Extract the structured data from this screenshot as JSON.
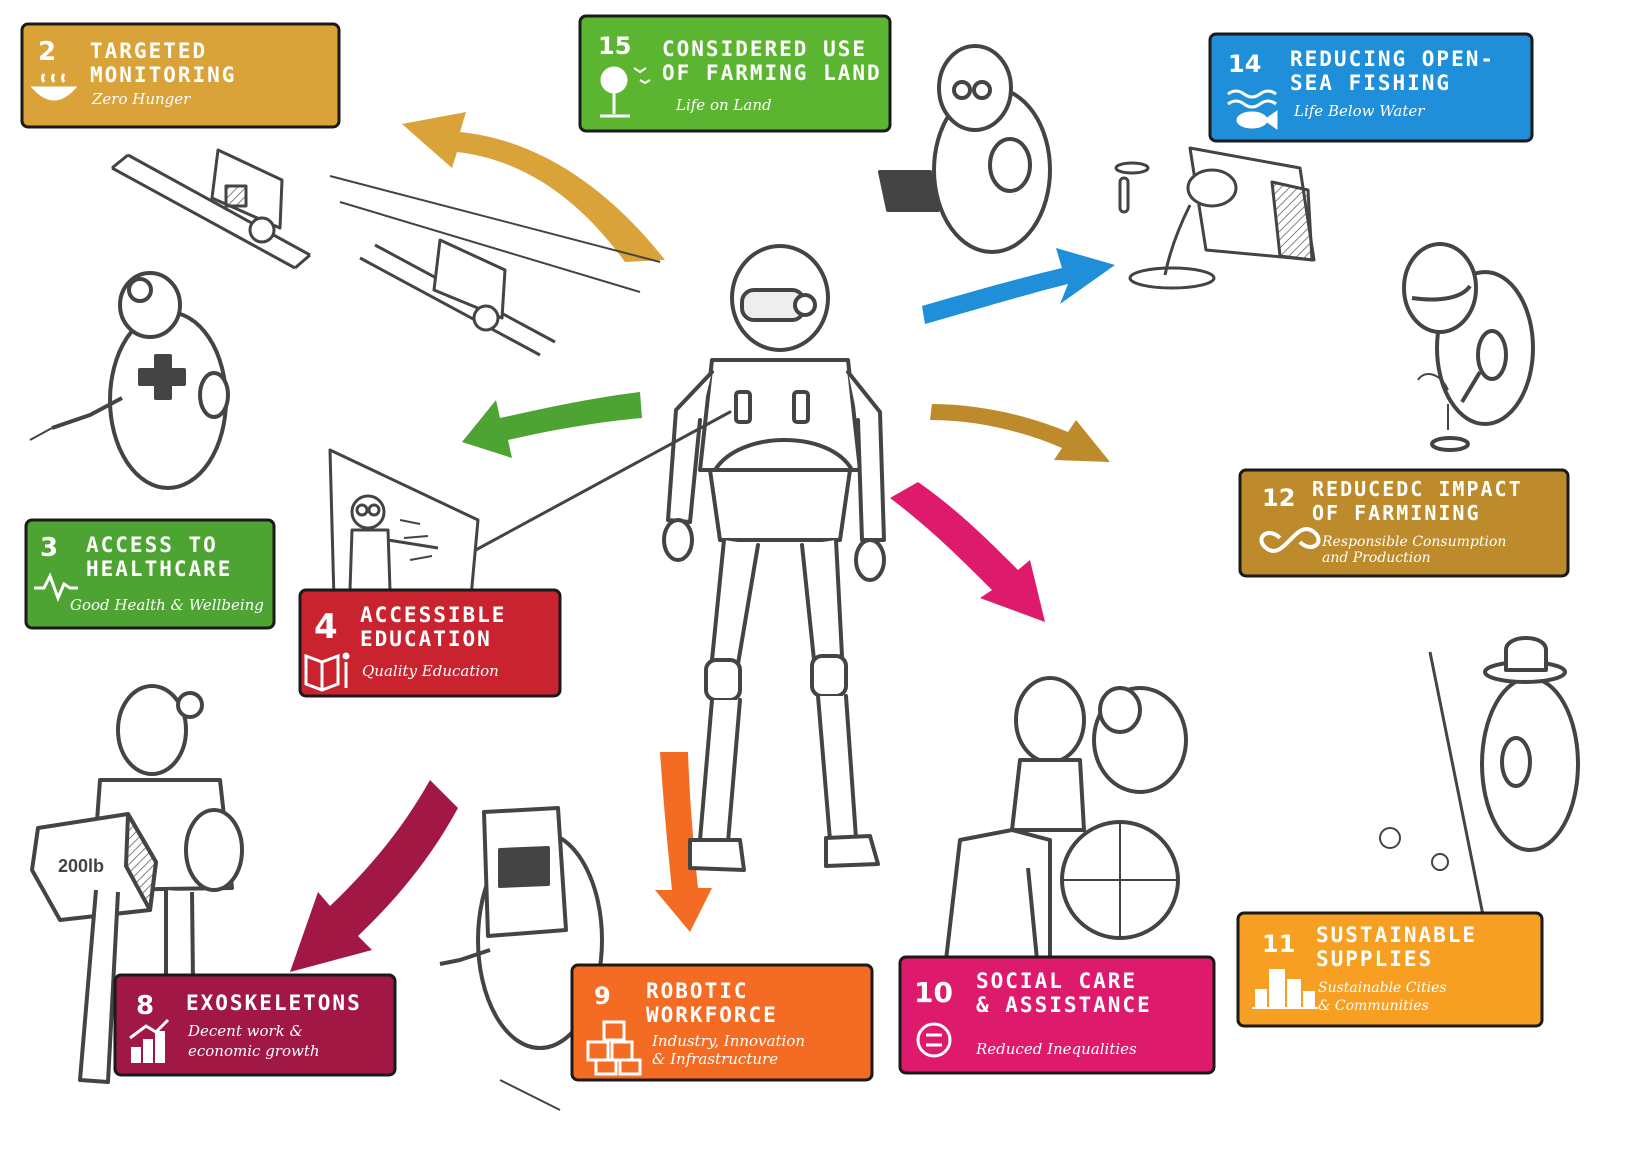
{
  "robot": {
    "name": "central-robot"
  },
  "cards": {
    "c2": {
      "number": "2",
      "title": "TARGETED MONITORING",
      "subtitle": "Zero Hunger",
      "color": "#d9a33a",
      "icon": "soup-bowl-icon"
    },
    "c15": {
      "number": "15",
      "title": "CONSIDERED USE OF FARMING LAND",
      "subtitle": "Life on Land",
      "color": "#5bb531",
      "icon": "tree-bird-icon"
    },
    "c14": {
      "number": "14",
      "title": "REDUCING OPEN-SEA FISHING",
      "subtitle": "Life Below Water",
      "color": "#1e8fd8",
      "icon": "fish-wave-icon"
    },
    "c3": {
      "number": "3",
      "title": "ACCESS TO HEALTHCARE",
      "subtitle": "Good Health & Wellbeing",
      "color": "#4ea432",
      "icon": "heartbeat-icon"
    },
    "c4": {
      "number": "4",
      "title": "ACCESSIBLE EDUCATION",
      "subtitle": "Quality Education",
      "color": "#c92330",
      "icon": "book-icon"
    },
    "c12": {
      "number": "12",
      "title": "REDUCEDC IMPACT OF FARMINING",
      "subtitle": "Responsible Consumption and Production",
      "color": "#bd8b2c",
      "icon": "infinity-icon"
    },
    "c11": {
      "number": "11",
      "title": "SUSTAINABLE SUPPLIES",
      "subtitle": "Sustainable Cities & Communities",
      "color": "#f79f23",
      "icon": "city-buildings-icon"
    },
    "c8": {
      "number": "8",
      "title": "EXOSKELETONS",
      "subtitle": "Decent work & economic growth",
      "color": "#a21845",
      "icon": "growth-chart-icon"
    },
    "c9": {
      "number": "9",
      "title": "ROBOTIC WORKFORCE",
      "subtitle": "Industry, Innovation & Infrastructure",
      "color": "#f46c24",
      "icon": "cubes-icon"
    },
    "c10": {
      "number": "10",
      "title": "SOCIAL CARE & ASSISTANCE",
      "subtitle": "Reduced Inequalities",
      "color": "#dd1a6c",
      "icon": "equality-icon"
    }
  },
  "sketch": {
    "box_label": "200lb"
  }
}
